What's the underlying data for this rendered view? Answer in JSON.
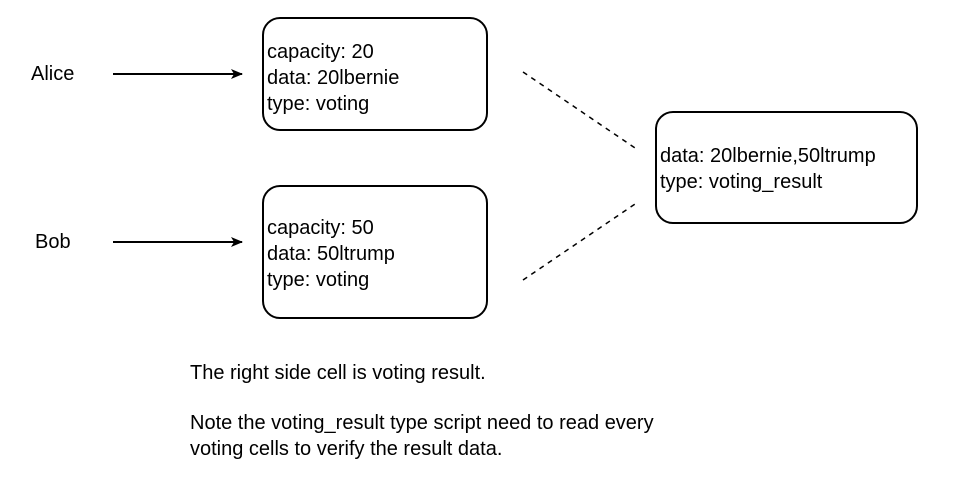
{
  "actors": {
    "alice": "Alice",
    "bob": "Bob"
  },
  "cells": {
    "alice_cell": {
      "capacity": "capacity: 20",
      "data": "data: 20lbernie",
      "type": "type: voting"
    },
    "bob_cell": {
      "capacity": "capacity: 50",
      "data": "data: 50ltrump",
      "type": "type: voting"
    },
    "result_cell": {
      "data": "data: 20lbernie,50ltrump",
      "type": "type: voting_result"
    }
  },
  "notes": {
    "line1": "The right side cell is voting result.",
    "line2": "Note the voting_result type script need to read every",
    "line3": "voting cells to verify the result data."
  },
  "colors": {
    "stroke": "#000000",
    "background": "#ffffff"
  }
}
